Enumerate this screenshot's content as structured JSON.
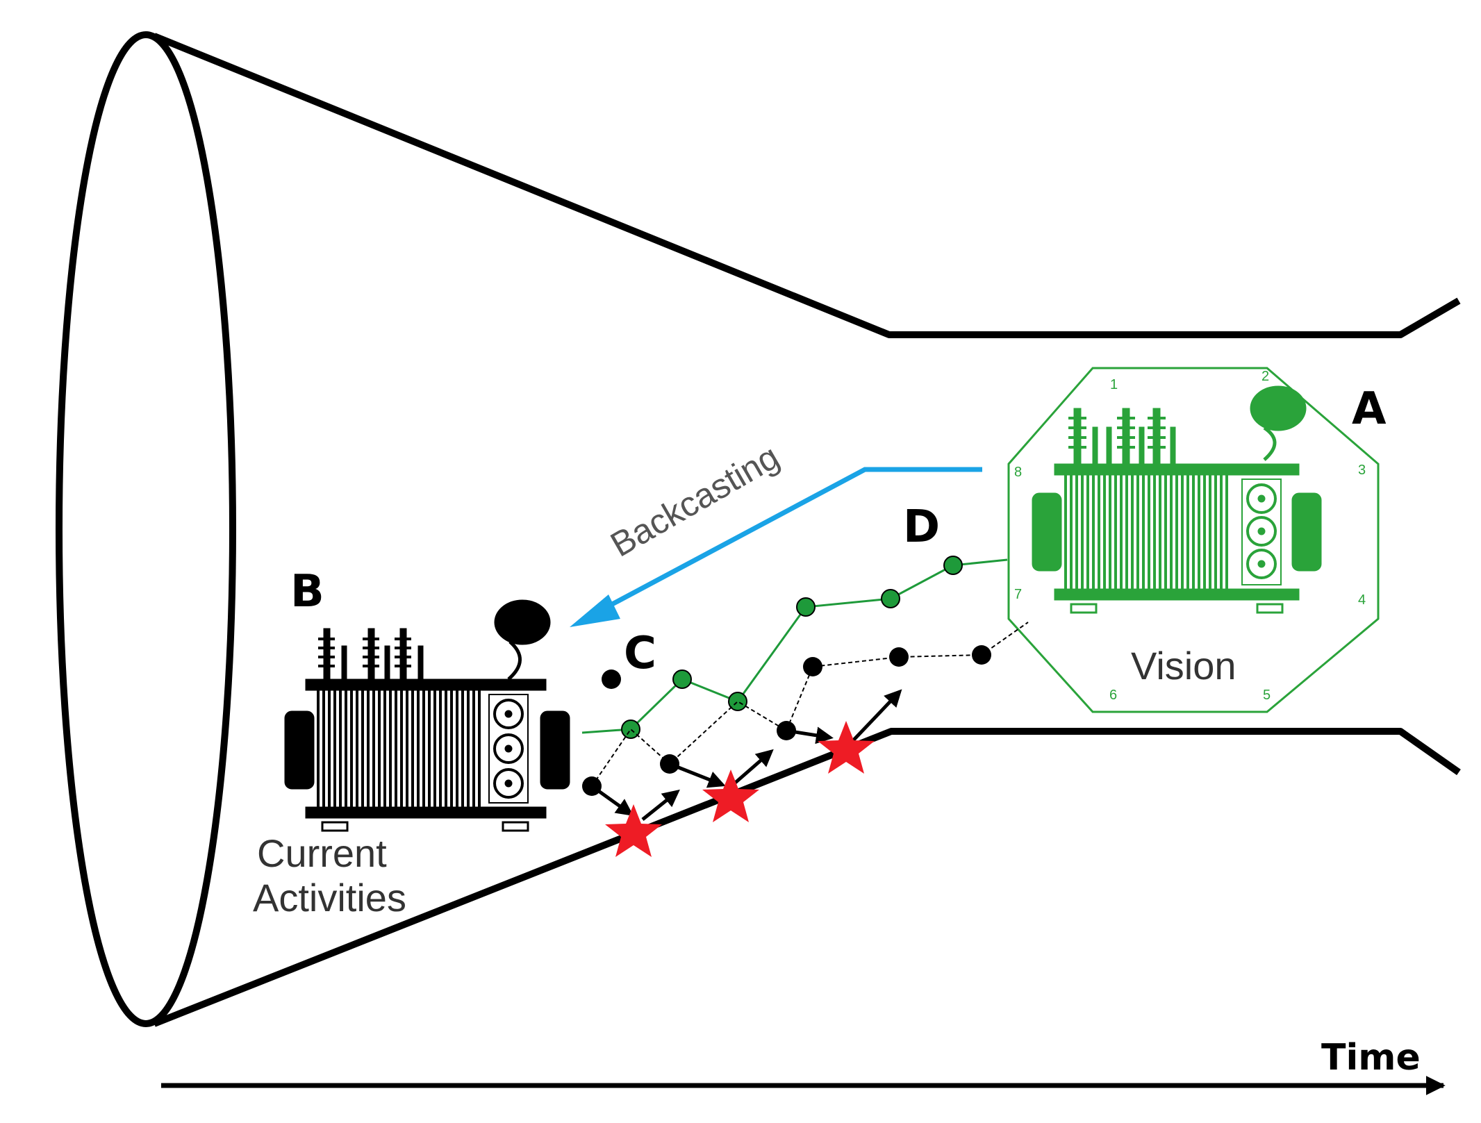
{
  "labels": {
    "a": "A",
    "b": "B",
    "c": "C",
    "d": "D",
    "vision": "Vision",
    "backcasting": "Backcasting",
    "current_line1": "Current",
    "current_line2": "Activities",
    "time": "Time"
  },
  "octagon_numbers": [
    "1",
    "2",
    "3",
    "4",
    "5",
    "6",
    "7",
    "8"
  ],
  "colors": {
    "outline": "#000000",
    "vision_green": "#2aa33a",
    "green_node": "#1e9a3a",
    "backcast_blue": "#1aa3e6",
    "star_red": "#ee1c25",
    "node_black": "#000000"
  },
  "icons": {
    "transformer_current": "power-transformer-icon",
    "transformer_vision": "power-transformer-icon",
    "star": "star-icon"
  }
}
